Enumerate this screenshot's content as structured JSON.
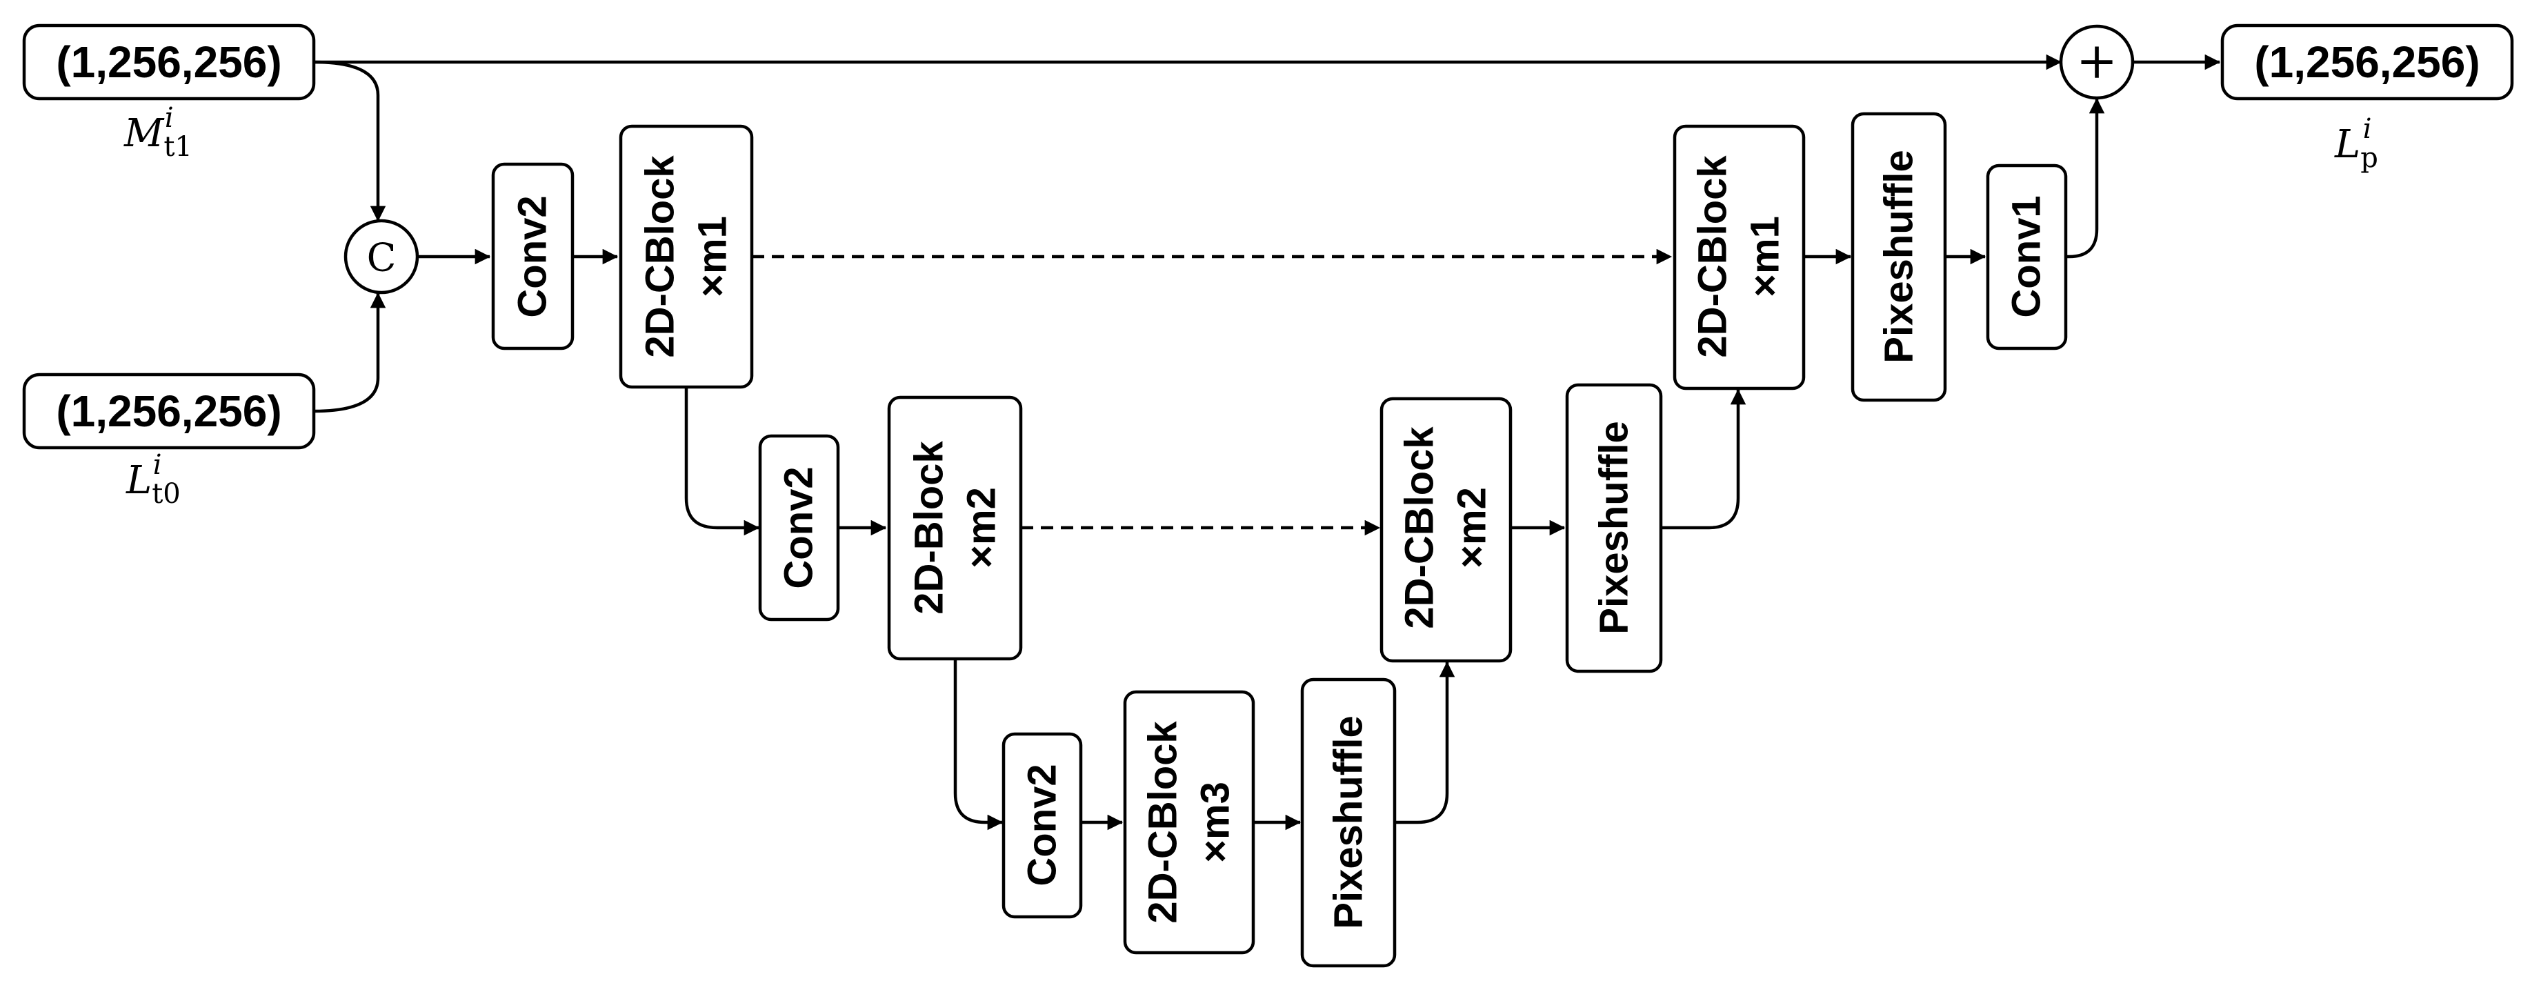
{
  "inputs": {
    "top": {
      "shape": "(1,256,256)",
      "var_main": "M",
      "var_sub": "t1",
      "var_sup": "i"
    },
    "bottom": {
      "shape": "(1,256,256)",
      "var_main": "L",
      "var_sub": "t0",
      "var_sup": "i"
    }
  },
  "output": {
    "shape": "(1,256,256)",
    "var_main": "L",
    "var_sub": "p",
    "var_sup": "i"
  },
  "operators": {
    "concat": "C",
    "add": "+"
  },
  "encoder": {
    "level1": {
      "conv": "Conv2",
      "block_line1": "2D-CBlock",
      "block_line2": "×m1"
    },
    "level2": {
      "conv": "Conv2",
      "block_line1": "2D-Block",
      "block_line2": "×m2"
    },
    "level3": {
      "conv": "Conv2",
      "block_line1": "2D-CBlock",
      "block_line2": "×m3",
      "shuffle": "Pixeshuffle"
    }
  },
  "decoder": {
    "level2": {
      "block_line1": "2D-CBlock",
      "block_line2": "×m2",
      "shuffle": "Pixeshuffle"
    },
    "level1": {
      "block_line1": "2D-CBlock",
      "block_line2": "×m1",
      "shuffle": "Pixeshuffle",
      "conv": "Conv1"
    }
  },
  "colors": {
    "line": "#000000",
    "fill": "#ffffff"
  }
}
